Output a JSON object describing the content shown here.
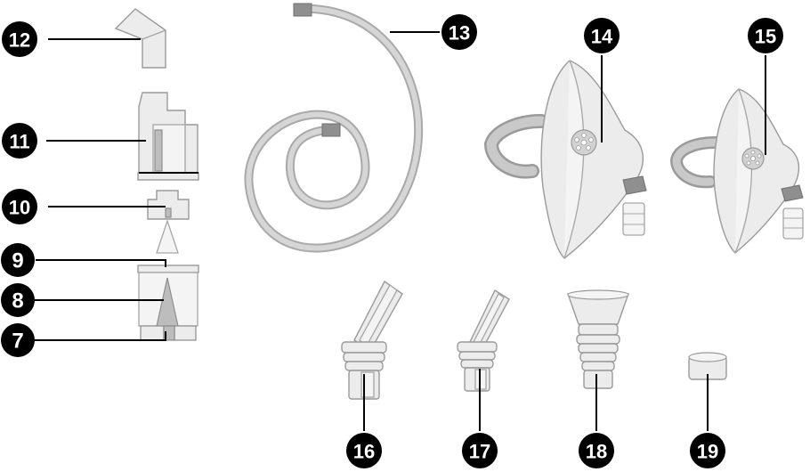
{
  "diagram": {
    "colors": {
      "badge": "#000000",
      "badge_text": "#ffffff",
      "part_fill": "#ececec",
      "part_stroke": "#9a9a9a",
      "tube": "#c9c9c9",
      "tube_end": "#8f8f8f"
    },
    "callouts": {
      "c7": "7",
      "c8": "8",
      "c9": "9",
      "c10": "10",
      "c11": "11",
      "c12": "12",
      "c13": "13",
      "c14": "14",
      "c15": "15",
      "c16": "16",
      "c17": "17",
      "c18": "18",
      "c19": "19"
    }
  }
}
